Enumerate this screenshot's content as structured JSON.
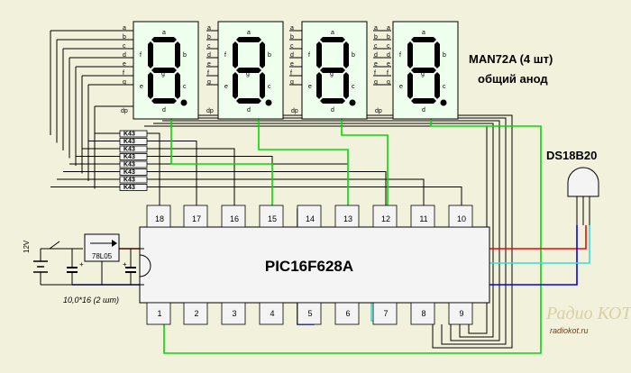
{
  "display": {
    "title": "MAN72A (4 шт)",
    "subtitle": "общий анод",
    "segments_left": [
      "a",
      "b",
      "c",
      "d",
      "e",
      "f",
      "g",
      "dp"
    ],
    "digit_segments": [
      "a",
      "b",
      "c",
      "d",
      "e",
      "f",
      "g"
    ],
    "dp_label": "dp",
    "count": 4
  },
  "resistors": {
    "label": "K43",
    "count": 8
  },
  "mcu": {
    "name": "PIC16F628A",
    "pins_top": [
      "18",
      "17",
      "16",
      "15",
      "14",
      "13",
      "12",
      "11",
      "10"
    ],
    "pins_bottom": [
      "1",
      "2",
      "3",
      "4",
      "5",
      "6",
      "7",
      "8",
      "9"
    ]
  },
  "power": {
    "supply_label": "12V",
    "regulator_label": "78L05",
    "capacitor_label": "10,0*16 (2 шт)",
    "plus": "+"
  },
  "sensor": {
    "name": "DS18B20"
  },
  "watermark": {
    "brand": "Радио КОТ",
    "url": "radiokot.ru"
  },
  "colors": {
    "background": "#f2f2dc",
    "wire": "#000000",
    "vcc": "#ff0000",
    "gnd": "#0000ff",
    "signal_green": "#00dd00",
    "signal_cyan": "#33dddd",
    "digit_fill": "#eeffee",
    "chip_fill": "#f4f4f4"
  }
}
